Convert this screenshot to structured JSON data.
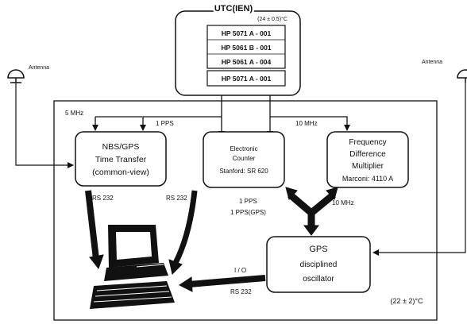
{
  "utc": {
    "title": "UTC(IEN)",
    "temp": "(24 ± 0.5)°C",
    "clocks": [
      "HP 5071 A - 001",
      "HP 5061 B - 001",
      "HP 5061 A - 004"
    ],
    "clock_separate": "HP 5071 A - 001"
  },
  "antenna_left": "Antenna",
  "antenna_right": "Antenna",
  "signals": {
    "mhz5": "5 MHz",
    "pps_top": "1 PPS",
    "mhz10_top": "10 MHz",
    "rs232_left": "RS 232",
    "rs232_mid": "RS 232",
    "pps_counter": "1 PPS",
    "pps_gps": "1 PPS(GPS)",
    "mhz10_right": "10 MHz",
    "io": "I / O",
    "rs232_gps": "RS 232"
  },
  "boxes": {
    "nbs": [
      "NBS/GPS",
      "Time Transfer",
      "(common-view)"
    ],
    "counter": [
      "Electronic",
      "Counter",
      "Stanford: SR 620"
    ],
    "freq": [
      "Frequency",
      "Difference",
      "Multiplier",
      "Marconi: 4110 A"
    ],
    "gps": [
      "GPS",
      "disciplined",
      "oscillator"
    ]
  },
  "lab_temp": "(22 ± 2)°C",
  "colors": {
    "line": "#111111",
    "background": "#ffffff"
  }
}
